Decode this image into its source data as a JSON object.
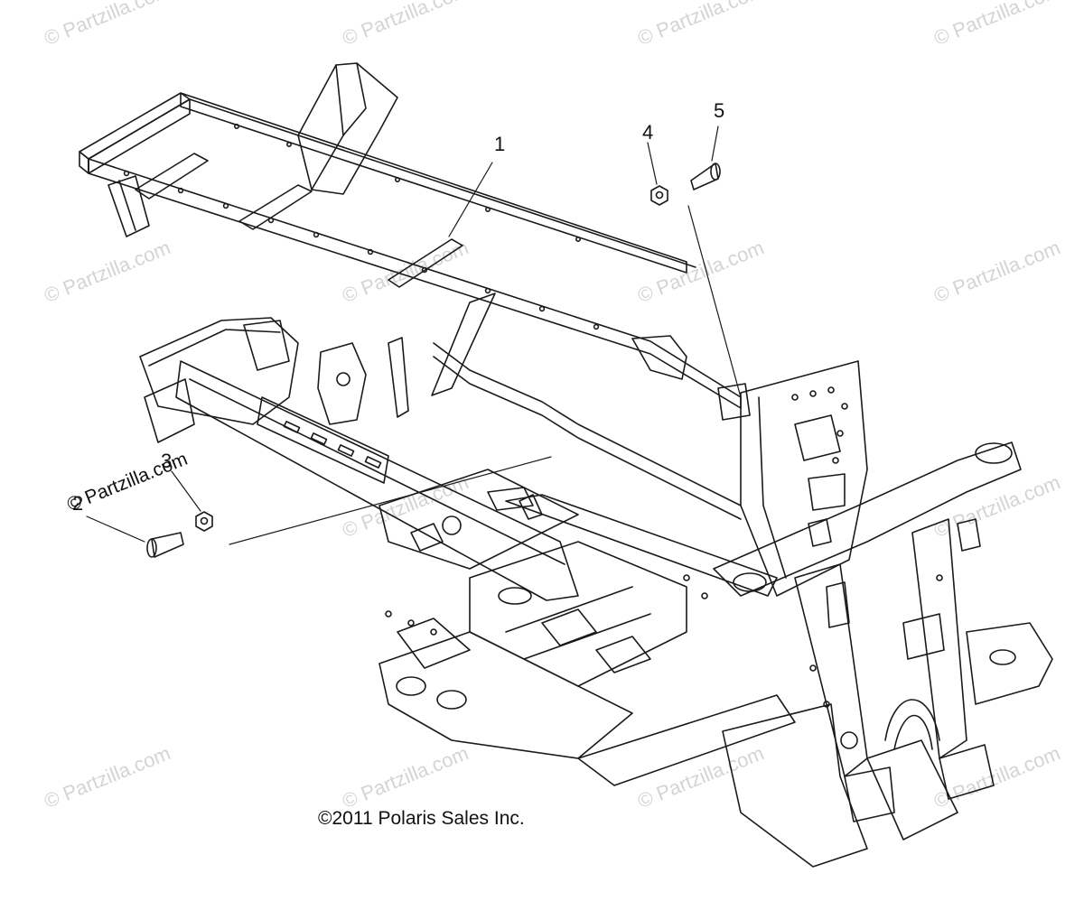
{
  "watermark": {
    "text": "© Partzilla.com",
    "color": "#d4d4d4"
  },
  "callouts": [
    {
      "label": "1"
    },
    {
      "label": "2"
    },
    {
      "label": "3"
    },
    {
      "label": "4"
    },
    {
      "label": "5"
    }
  ],
  "stamp_text": "© Partzilla.com",
  "copyright": "©2011 Polaris Sales Inc.",
  "colors": {
    "line": "#1a1a1a",
    "background": "#ffffff"
  }
}
